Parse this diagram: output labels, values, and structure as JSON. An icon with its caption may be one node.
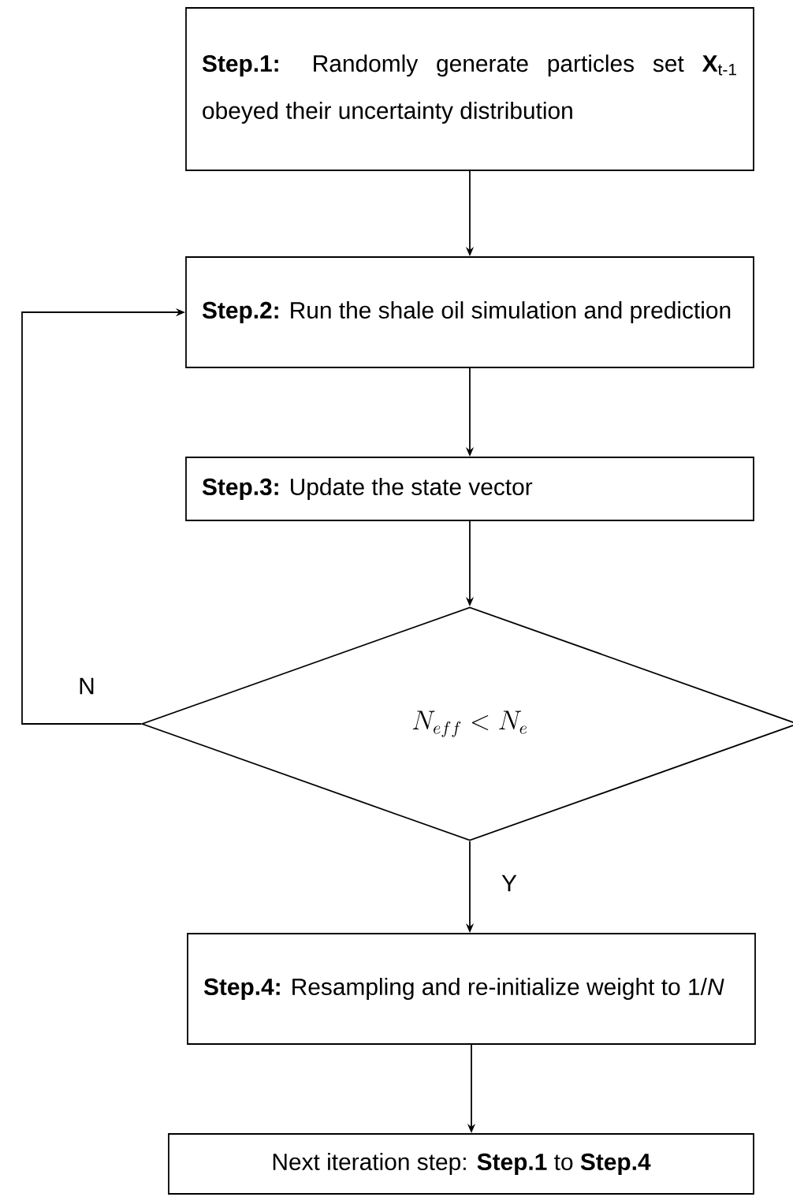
{
  "diagram": {
    "nodes": [
      {
        "text": [
          "**Step.1:** Randomly generate particles set **X**$_{t-1}$ obeyed their uncertainty distribution"
        ]
      },
      {
        "text": [
          "**Step.2:** Run the shale oil simulation and prediction"
        ]
      },
      {
        "text": [
          "**Step.3:** Update the state vector"
        ]
      },
      {
        "text": [
          "N_{eff} < N_e"
        ]
      },
      {
        "text": [
          "**Step.4:** Resampling and re-initialize weight to 1/*N*"
        ]
      },
      {
        "text": [
          "Next iteration step: **Step.1** to **Step.4**"
        ]
      }
    ],
    "edges": [
      {
        "from": 0,
        "to": 1,
        "arrow": "to"
      },
      {
        "from": 1,
        "to": 2,
        "arrow": "to"
      },
      {
        "from": 2,
        "to": 3,
        "arrow": "to"
      },
      {
        "from": 3,
        "to": 1,
        "arrow": "to",
        "label": "N"
      },
      {
        "from": 3,
        "to": 4,
        "arrow": "to",
        "label": "Y"
      },
      {
        "from": 4,
        "to": 5,
        "arrow": "to"
      }
    ]
  }
}
